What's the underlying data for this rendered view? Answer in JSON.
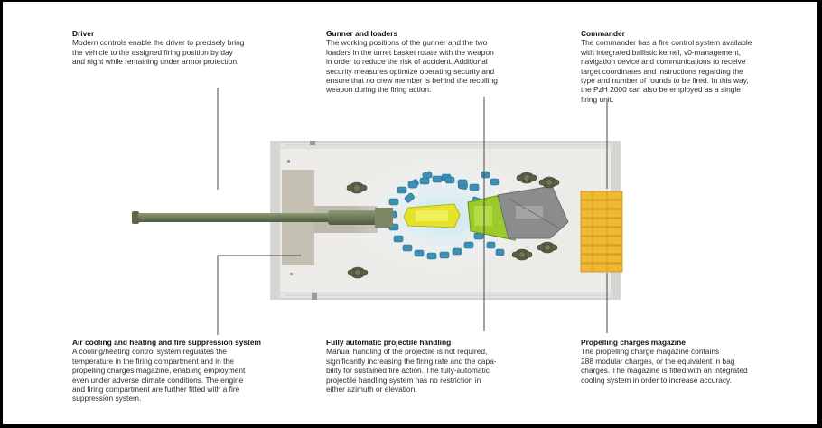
{
  "callouts": {
    "driver": {
      "title": "Driver",
      "text": "Modern controls enable the driver to precisely bring\nthe vehicle to the assigned firing position by day\nand night while remaining under armor protection."
    },
    "gunner": {
      "title": "Gunner and loaders",
      "text": "The working positions of the gunner and the two\nloaders in the turret basket rotate with the weapon\nin order to reduce the risk of accident. Additional\nsecurity measures optimize operating security and\nensure that no crew member is behind the recoiling\nweapon during the firing action."
    },
    "commander": {
      "title": "Commander",
      "text": "The commander has a fire control system available\nwith integrated ballistic kernel, v0-management,\nnavigation device and communications to receive\ntarget coordinates and instructions regarding the\ntype and number of rounds to be fired. In this way,\nthe PzH 2000 can also be employed as a single\nfiring unit."
    },
    "cooling": {
      "title": "Air cooling and heating and fire suppression system",
      "text": "A cooling/heating control system regulates the\ntemperature in the firing compartment and in the\npropelling charges magazine, enabling employment\neven under adverse climate conditions. The engine\nand firing compartment are further fitted with a fire\nsuppression system."
    },
    "handling": {
      "title": "Fully automatic projectile handling",
      "text": "Manual handling of the projectile is not required,\nsignificantly increasing the firing rate and the capa-\nbility for sustained fire action. The fully-automatic\nprojectile handling system has no restriction in\neither azimuth or elevation."
    },
    "magazine": {
      "title": "Propelling charges magazine",
      "text": "The propelling charge magazine contains\n288 modular charges, or the equivalent in bag\ncharges. The magazine is fitted with an integrated\ncooling system in order to increase accuracy."
    }
  },
  "colors": {
    "hull": "#e4e4e2",
    "hull_edge": "#c8c8c6",
    "driver_area": "#c3bfb3",
    "barrel": "#6e7a5a",
    "rack": "#3d8fb3",
    "loader_yellow": "#e4e22a",
    "green": "#9cc92c",
    "turret_gray": "#8a8c8e",
    "charges": "#f0b830",
    "crew": "#5b5f45",
    "line": "#4a4a4a"
  },
  "icons": [
    "crew-figure-icon",
    "projectile-rack-icon",
    "charge-block-icon"
  ]
}
